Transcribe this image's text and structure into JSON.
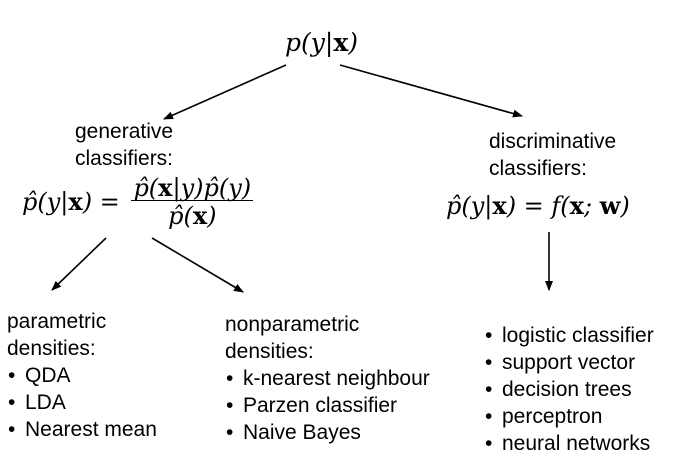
{
  "root": {
    "prefix": "p(y|",
    "bold": "x",
    "suffix": ")"
  },
  "generative": {
    "label_line1": "generative",
    "label_line2": "classifiers:",
    "formula": {
      "lhs_prefix": "p̂(y|",
      "lhs_bold": "x",
      "lhs_suffix": ") =",
      "num_a": "p̂(",
      "num_bold": "x",
      "num_b": "|y)p̂(y)",
      "den_a": "p̂(",
      "den_bold": "x",
      "den_b": ")"
    }
  },
  "discriminative": {
    "label_line1": "discriminative",
    "label_line2": "classifiers:",
    "formula": {
      "p1": "p̂(y|",
      "b1": "x",
      "p2": ") = f(",
      "b2": "x",
      "p3": "; ",
      "b3": "w",
      "p4": ")"
    }
  },
  "parametric": {
    "heading_line1": "parametric",
    "heading_line2": "densities:",
    "items": [
      "QDA",
      "LDA",
      "Nearest mean"
    ]
  },
  "nonparametric": {
    "heading_line1": "nonparametric",
    "heading_line2": "densities:",
    "items": [
      "k-nearest neighbour",
      "Parzen classifier",
      "Naive Bayes"
    ]
  },
  "disc_methods": {
    "items": [
      "logistic classifier",
      "support vector",
      "decision trees",
      "perceptron",
      "neural networks"
    ]
  }
}
